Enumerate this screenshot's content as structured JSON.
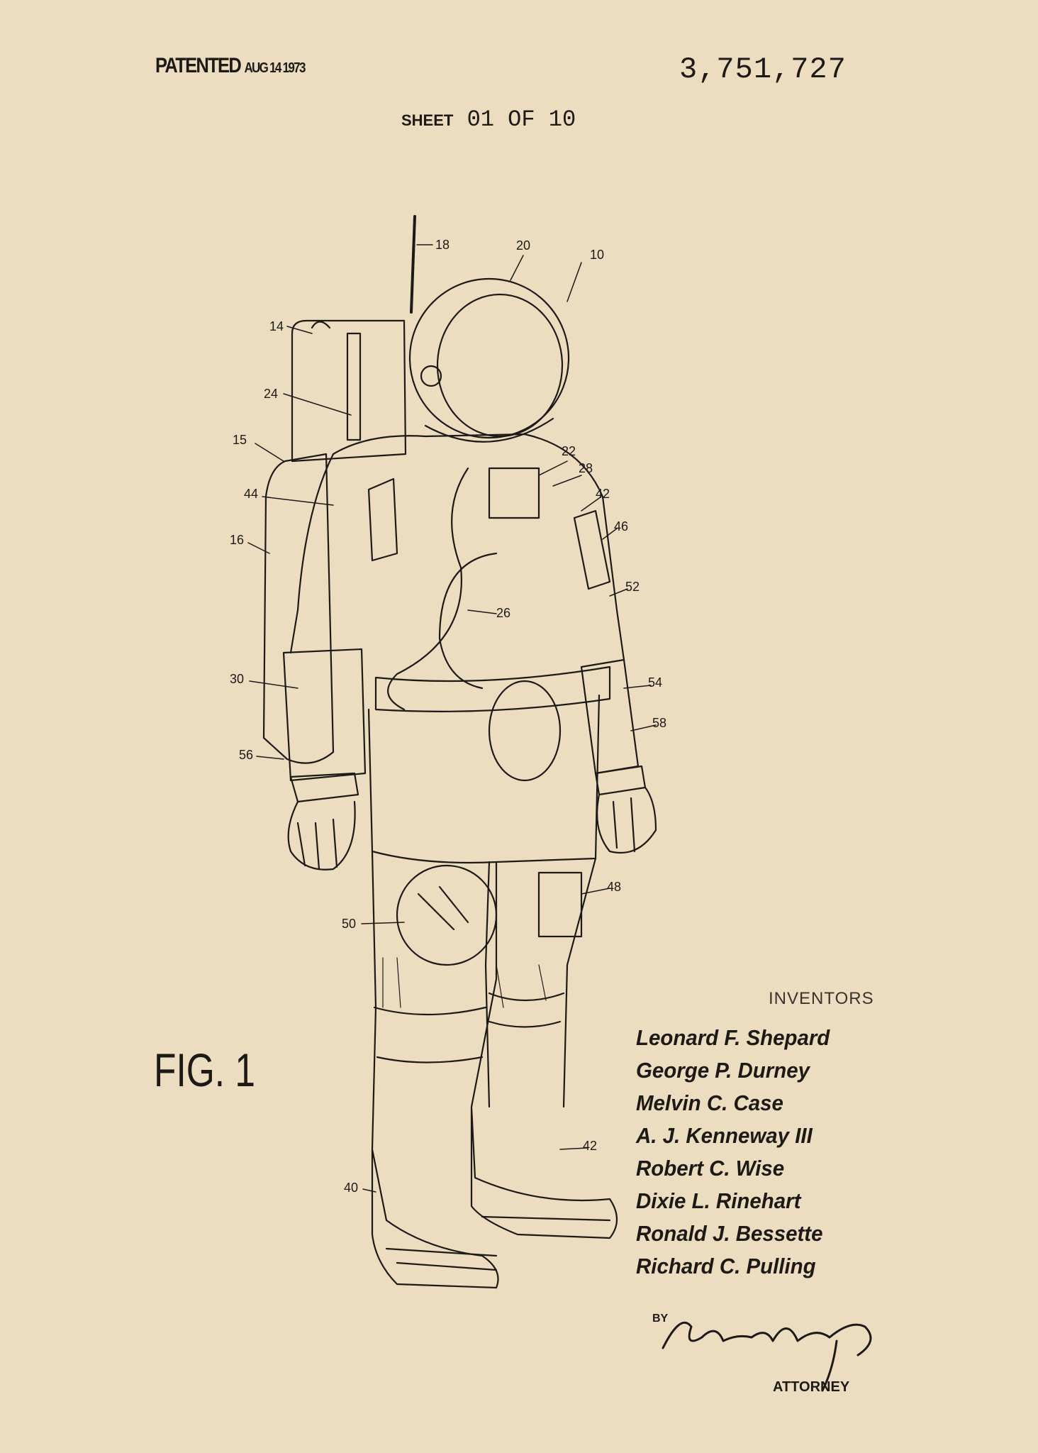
{
  "header": {
    "patented_label": "PATENTED",
    "patented_date": "AUG 14 1973",
    "patent_number": "3,751,727",
    "sheet_label": "SHEET",
    "sheet_value": "01 OF 10"
  },
  "figure": {
    "label": "FIG. 1",
    "reference_numerals": [
      "18",
      "20",
      "10",
      "14",
      "24",
      "15",
      "44",
      "16",
      "22",
      "28",
      "42",
      "46",
      "52",
      "26",
      "30",
      "54",
      "58",
      "56",
      "48",
      "50",
      "42",
      "40"
    ]
  },
  "inventors": {
    "title": "INVENTORS",
    "names": [
      "Leonard F. Shepard",
      "George P. Durney",
      "Melvin C. Case",
      "A. J. Kenneway III",
      "Robert C. Wise",
      "Dixie L. Rinehart",
      "Ronald J. Bessette",
      "Richard C. Pulling"
    ]
  },
  "signature": {
    "by_label": "BY",
    "signature": "Michael A. Tiley Jr.",
    "role": "ATTORNEY"
  },
  "colors": {
    "paper": "#ecdcc0",
    "ink": "#1d1a16"
  }
}
